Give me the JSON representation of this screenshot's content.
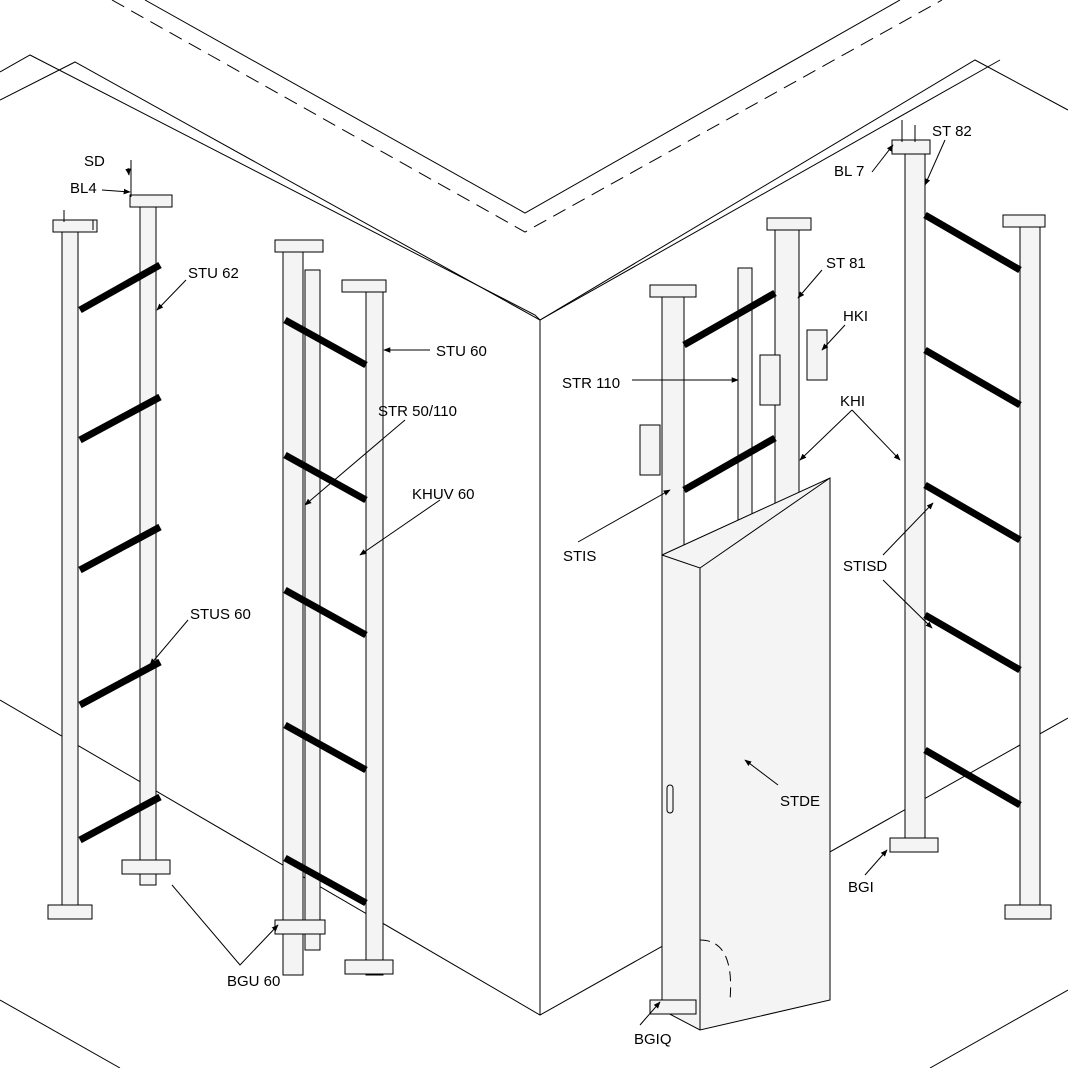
{
  "labels": {
    "sd": "SD",
    "bl4": "BL4",
    "stu62": "STU 62",
    "stu60": "STU 60",
    "str50_110": "STR 50/110",
    "khuv60": "KHUV 60",
    "stus60": "STUS 60",
    "bgu60": "BGU 60",
    "str110": "STR 110",
    "st81": "ST 81",
    "hki": "HKI",
    "khi": "KHI",
    "stis": "STIS",
    "stde": "STDE",
    "bgiq": "BGIQ",
    "bl7": "BL 7",
    "st82": "ST 82",
    "stisd": "STISD",
    "bgi": "BGI"
  }
}
